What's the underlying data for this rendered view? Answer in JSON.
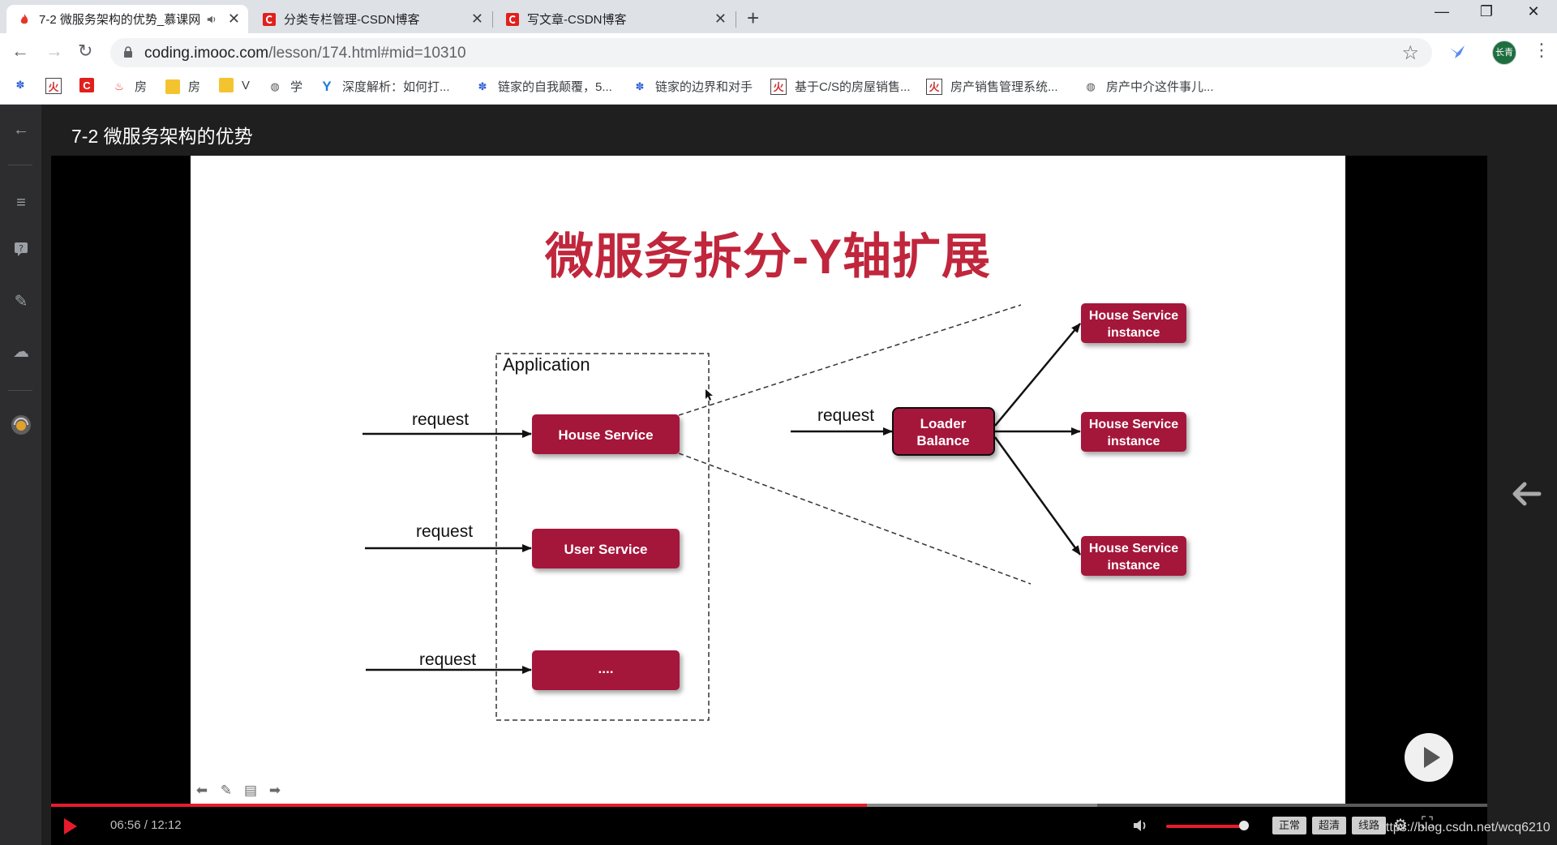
{
  "browser": {
    "tabs": [
      {
        "title": "7-2 微服务架构的优势_慕课网",
        "active": true,
        "audio": true
      },
      {
        "title": "分类专栏管理-CSDN博客",
        "active": false
      },
      {
        "title": "写文章-CSDN博客",
        "active": false
      }
    ],
    "url": {
      "host": "coding.imooc.com",
      "path": "/lesson/174.html#mid=10310"
    },
    "profile_label": "长青",
    "bookmarks": [
      {
        "label": "",
        "icon": "paw-icon"
      },
      {
        "label": "",
        "icon": "tool-icon"
      },
      {
        "label": "",
        "icon": "csdn-icon"
      },
      {
        "label": "房",
        "icon": "flame-icon"
      },
      {
        "label": "房",
        "icon": "folder-icon"
      },
      {
        "label": "V",
        "icon": "folder-icon"
      },
      {
        "label": "学",
        "icon": "globe-icon"
      },
      {
        "label": "深度解析：如何打...",
        "icon": "y-icon"
      },
      {
        "label": "链家的自我颠覆，5...",
        "icon": "paw-icon"
      },
      {
        "label": "链家的边界和对手",
        "icon": "paw-icon"
      },
      {
        "label": "基于C/S的房屋销售...",
        "icon": "tool-icon"
      },
      {
        "label": "房产销售管理系统...",
        "icon": "tool-icon"
      },
      {
        "label": "房产中介这件事儿...",
        "icon": "globe-icon"
      }
    ]
  },
  "lesson": {
    "title": "7-2 微服务架构的优势"
  },
  "slide": {
    "title": "微服务拆分-Y轴扩展",
    "application_label": "Application",
    "request_label": "request",
    "services": [
      "House Service",
      "User Service",
      "...."
    ],
    "loader_balance": [
      "Loader",
      "Balance"
    ],
    "instance_lines": [
      "House Service",
      "instance"
    ]
  },
  "player": {
    "current_time": "06:56",
    "total_time": "12:12",
    "progress_fraction": 0.568,
    "volume_fraction": 0.8,
    "quality_labels": [
      "正常",
      "超清",
      "线路"
    ]
  },
  "watermark": "https://blog.csdn.net/wcq6210",
  "colors": {
    "accent_red": "#e81b2e",
    "slide_title_red": "#c0263c",
    "service_box": "#a5123a"
  }
}
